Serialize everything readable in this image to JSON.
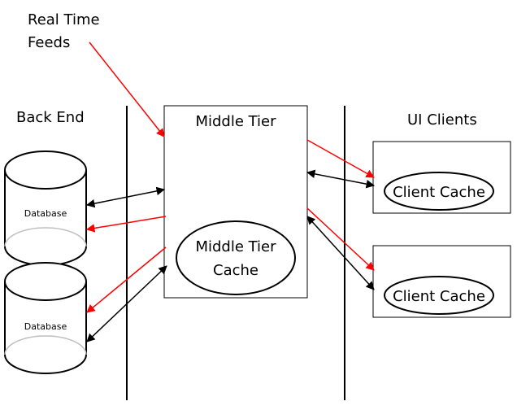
{
  "labels": {
    "real_time_line1": "Real Time",
    "real_time_line2": "Feeds",
    "back_end": "Back End",
    "middle_tier": "Middle Tier",
    "ui_clients": "UI Clients",
    "middle_cache_line1": "Middle Tier",
    "middle_cache_line2": "Cache",
    "client_cache_1": "Client Cache",
    "client_cache_2": "Client Cache",
    "database_1": "Database",
    "database_2": "Database"
  },
  "colors": {
    "stroke": "#000000",
    "feed_arrow": "#ff0000",
    "sync_arrow": "#000000",
    "database_inner_edge": "#bfbfbf"
  }
}
